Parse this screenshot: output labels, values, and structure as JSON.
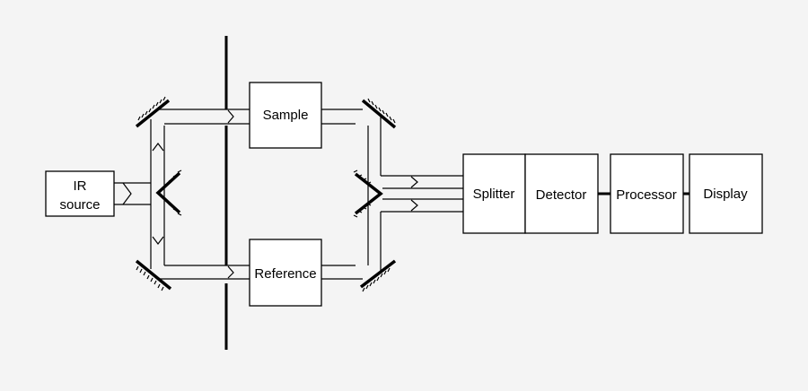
{
  "diagram": {
    "boxes": {
      "ir_source": [
        "IR",
        "source"
      ],
      "sample": "Sample",
      "reference": "Reference",
      "splitter": "Splitter",
      "detector": "Detector",
      "processor": "Processor",
      "display": "Display"
    }
  }
}
